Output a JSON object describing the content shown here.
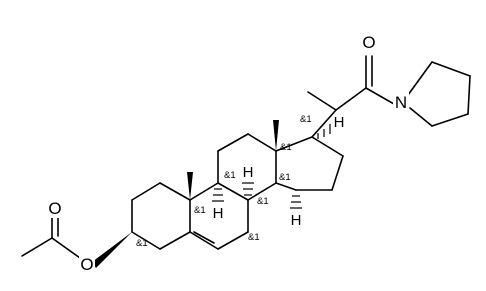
{
  "molecule": {
    "atoms": {
      "carbonyl_oxygen_right": "O",
      "amide_nitrogen": "N",
      "carbonyl_oxygen_left": "O",
      "ester_oxygen": "O"
    },
    "hydrogens": {
      "h_c17": "H",
      "h_c8": "H",
      "h_c9": "H",
      "h_c14": "H"
    },
    "stereo_labels": {
      "c3": "&1",
      "c8": "&1",
      "c9": "&1",
      "c10": "&1",
      "c13": "&1",
      "c14": "&1",
      "c17": "&1",
      "c13b": "&1"
    }
  }
}
